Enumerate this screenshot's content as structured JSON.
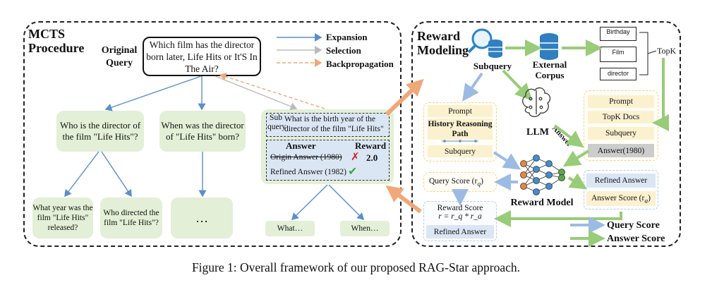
{
  "mcts": {
    "title": "MCTS Procedure",
    "original_query_label": "Original Query",
    "original_query": "Which film has the director born later, Life Hits or It'S In The Air?",
    "legend": {
      "expansion": "Expansion",
      "selection": "Selection",
      "backprop": "Backpropagation"
    },
    "node_director": "Who is the director of the film \"Life Hits\"?",
    "node_when": "When was the director of \"Life Hits\" born?",
    "node_year": "What year was the film \"Life Hits\" released?",
    "node_who": "Who directed the film \"Life Hits\"?",
    "node_ellipsis": "…",
    "sub_label": "Sub query",
    "sub_text": "What is the birth year of the director of the film \"Life Hits\"",
    "answer_header": "Answer",
    "reward_header": "Reward",
    "origin_answer": "Origin Answer (1980)",
    "refined_answer": "Refined Answer (1982)",
    "reward_value": "2.0",
    "leaf_what": "What…",
    "leaf_when": "When…"
  },
  "reward": {
    "title": "Reward Modeling",
    "subquery": "Subquery",
    "external_corpus": "External Corpus",
    "docs": [
      "Birthday",
      "Film",
      "director"
    ],
    "topk": "TopK",
    "llm": "LLM",
    "answer_label": "Answer",
    "left_stack": [
      "Prompt",
      "History Reasoning Path",
      "Subquery"
    ],
    "right_stack": [
      "Prompt",
      "TopK Docs",
      "Subquery",
      "Answer(1980)"
    ],
    "reward_model": "Reward Model",
    "query_score": "Query Score (r",
    "query_score_sub": "q",
    "refined_answer": "Refined Answer",
    "answer_score": "Answer Score (r",
    "answer_score_sub": "a",
    "reward_score_title": "Reward Score",
    "reward_formula": "r = r_q * r_a",
    "refined_answer_2": "Refined Answer",
    "legend_query": "Query Score",
    "legend_answer": "Answer Score"
  },
  "caption": "Figure 1: Overall framework of our proposed RAG-Star approach.",
  "colors": {
    "blue_arrow": "#5b8fc9",
    "green_arrow": "#8ec56e",
    "orange_arrow": "#f0a878",
    "gray_arrow": "#bbbbbb"
  }
}
